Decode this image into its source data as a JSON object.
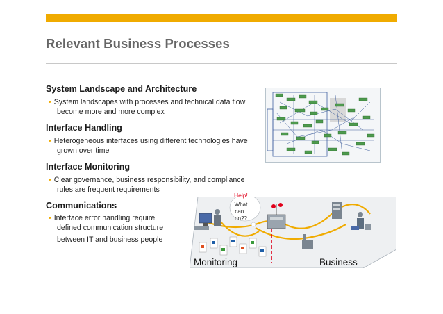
{
  "header": {
    "title": "Relevant Business Processes"
  },
  "sections": [
    {
      "heading": "System Landscape and Architecture",
      "bullet": [
        "System landscapes with processes and technical data flow",
        "become more and more complex"
      ]
    },
    {
      "heading": "Interface Handling",
      "bullet": [
        "Heterogeneous interfaces using different technologies have",
        "grown over time"
      ]
    },
    {
      "heading": "Interface Monitoring",
      "bullet": [
        "Clear governance, business responsibility, and compliance",
        "rules are frequent requirements"
      ]
    },
    {
      "heading": "Communications",
      "bullet": [
        "Interface error handling require"
      ],
      "lines": [
        "defined communication structure",
        "between IT and business people"
      ]
    }
  ],
  "illustration": {
    "help": "Help!",
    "question": [
      "What",
      "can I",
      "do??"
    ],
    "monitoring_label": "Monitoring",
    "business_label": "Business"
  },
  "colors": {
    "accent": "#f0ab00",
    "title": "#666666",
    "rule": "#c8c8c8",
    "help": "#e0001a"
  }
}
